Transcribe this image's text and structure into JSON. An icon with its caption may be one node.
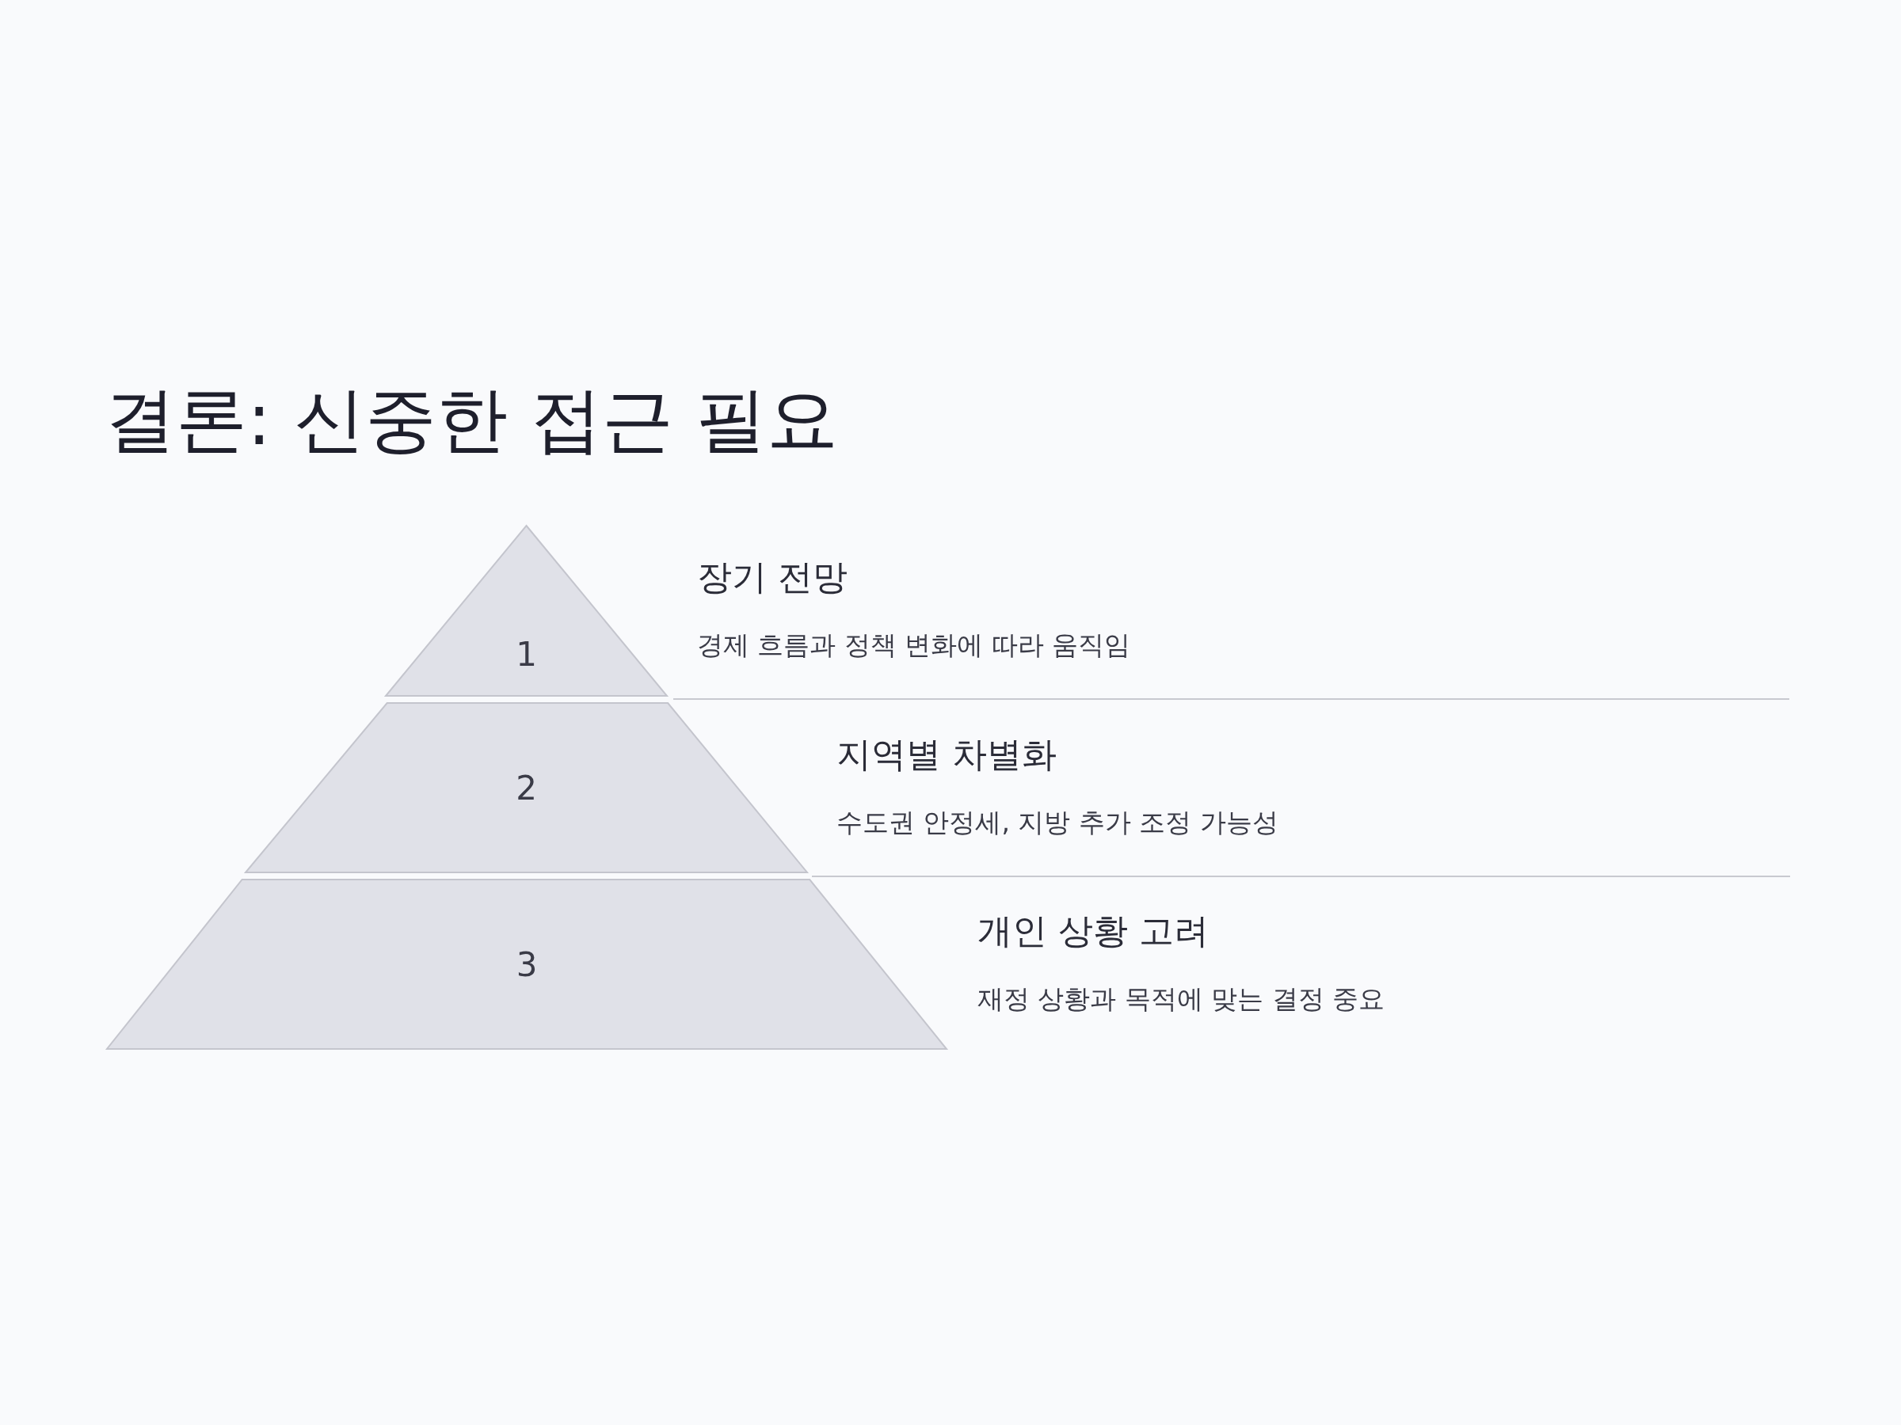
{
  "diagram": {
    "title": "결론: 신중한 접근 필요",
    "nodes": [
      {
        "text": [
          "1"
        ],
        "beside": [
          "장기 전망",
          "경제 흐름과 정책 변화에 따라 움직임"
        ]
      },
      {
        "text": [
          "2"
        ],
        "beside": [
          "지역별 차별화",
          "수도권 안정세, 지방 추가 조정 가능성"
        ]
      },
      {
        "text": [
          "3"
        ],
        "beside": [
          "개인 상황 고려",
          "재정 상황과 목적에 맞는 결정 중요"
        ]
      }
    ]
  }
}
